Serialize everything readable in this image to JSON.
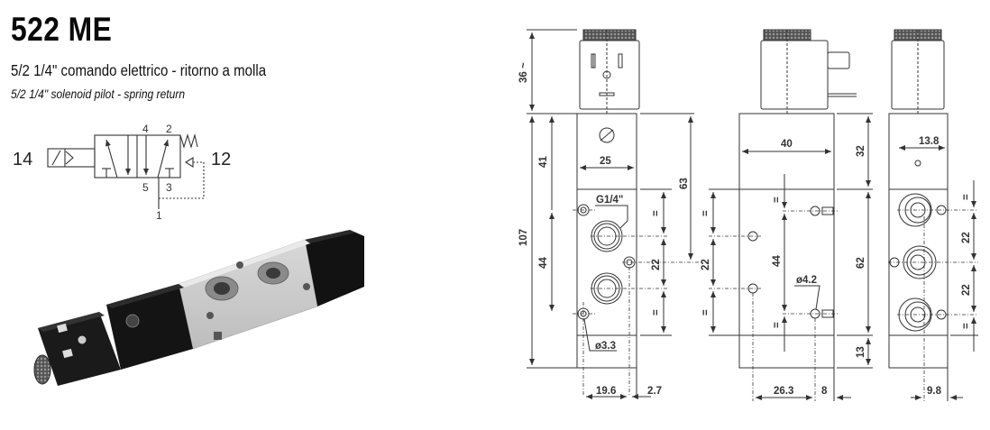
{
  "header": {
    "model": "522 ME",
    "subtitle_it": "5/2 1/4\" comando elettrico - ritorno a molla",
    "subtitle_en": "5/2 1/4\" solenoid pilot - spring return"
  },
  "symbol": {
    "port_left": "14",
    "port_right": "12",
    "port_4": "4",
    "port_2": "2",
    "port_5": "5",
    "port_3": "3",
    "port_1": "1"
  },
  "photo": {
    "description": "solenoid valve product photo"
  },
  "drawing": {
    "front": {
      "dim_coil_height": "36 ~",
      "dim_total_height": "107",
      "dim_upper_block": "41",
      "dim_width": "25",
      "dim_port_spacing_44": "44",
      "dim_to_center": "63",
      "thread_label": "G1/4\"",
      "hole_label": "ø3.3",
      "dim_pitch": "22",
      "equal_mark": "=",
      "dim_bottom_left": "19.6",
      "dim_bottom_right": "2.7"
    },
    "side": {
      "dim_pitch": "22",
      "dim_width": "40",
      "dim_hole_spacing": "44",
      "hole_label": "ø4.2",
      "dim_top": "32",
      "dim_mid": "62",
      "dim_bottom": "13",
      "dim_bottom_left": "26.3",
      "dim_bottom_right": "8",
      "equal_mark": "="
    },
    "rear": {
      "dim_top_width": "13.8",
      "dim_pitch_1": "22",
      "dim_pitch_2": "22",
      "dim_bottom": "9.8",
      "equal_mark": "="
    }
  }
}
